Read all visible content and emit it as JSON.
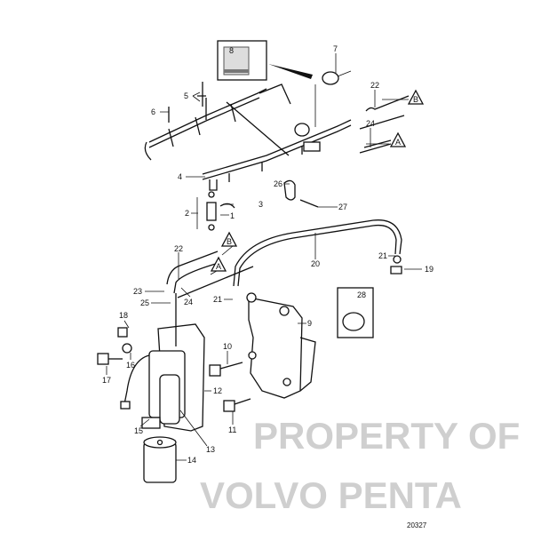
{
  "diagram": {
    "figure_number": "20327",
    "watermark": [
      "PROPERTY OF",
      "VOLVO PENTA"
    ],
    "callouts": {
      "c1": "1",
      "c2": "2",
      "c3": "3",
      "c4": "4",
      "c5": "5",
      "c6": "6",
      "c7": "7",
      "c8": "8",
      "c9": "9",
      "c10": "10",
      "c11": "11",
      "c12": "12",
      "c13": "13",
      "c14": "14",
      "c15": "15",
      "c16": "16",
      "c17": "17",
      "c18": "18",
      "c19": "19",
      "c20": "20",
      "c21a": "21",
      "c21b": "21",
      "c22a": "22",
      "c22b": "22",
      "c23": "23",
      "c24a": "24",
      "c24b": "24",
      "c25": "25",
      "c26": "26",
      "c27": "27",
      "c28": "28"
    },
    "connectors": {
      "A1": "A",
      "A2": "A",
      "B1": "B",
      "B2": "B"
    }
  }
}
